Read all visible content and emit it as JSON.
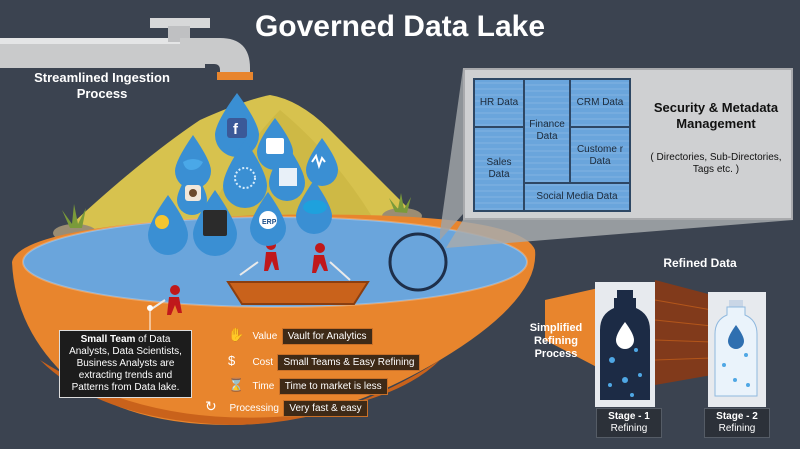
{
  "title": "Governed Data Lake",
  "ingestion": "Streamlined Ingestion Process",
  "security": {
    "title": "Security & Metadata Management",
    "subtitle": "( Directories, Sub-Directories, Tags etc. )",
    "cells": {
      "hr": "HR Data",
      "finance": "Finance Data",
      "crm": "CRM Data",
      "sales": "Sales Data",
      "customer": "Custome r Data",
      "social": "Social Media Data"
    }
  },
  "small_team": {
    "bold": "Small Team",
    "text": " of Data Analysts, Data Scientists, Business Analysts are extracting trends and Patterns from Data lake."
  },
  "benefits": [
    {
      "icon": "hand-money-icon",
      "label": "Value",
      "value": "Vault for Analytics"
    },
    {
      "icon": "dollar-icon",
      "label": "Cost",
      "value": "Small Teams & Easy Refining"
    },
    {
      "icon": "hourglass-icon",
      "label": "Time",
      "value": "Time to market is less"
    },
    {
      "icon": "refresh-icon",
      "label": "Processing",
      "value": "Very fast & easy"
    }
  ],
  "refining_process": "Simplified Refining Process",
  "refined_data": "Refined Data",
  "stages": [
    {
      "title": "Stage - 1",
      "sub": "Refining"
    },
    {
      "title": "Stage - 2",
      "sub": "Refining"
    }
  ],
  "source_icons": [
    "facebook-icon",
    "twitter-icon",
    "instagram-icon",
    "weather-icon",
    "server-icon",
    "database-icon",
    "chart-icon",
    "network-icon",
    "pulse-icon",
    "erp-icon",
    "salesforce-icon",
    "document-icon"
  ],
  "colors": {
    "background": "#3b4350",
    "lake_orange": "#e8852d",
    "water_blue": "#6aa5dc",
    "hill_yellow": "#d7c24e",
    "drop_blue": "#3a8fd3",
    "person_red": "#c0181b"
  }
}
